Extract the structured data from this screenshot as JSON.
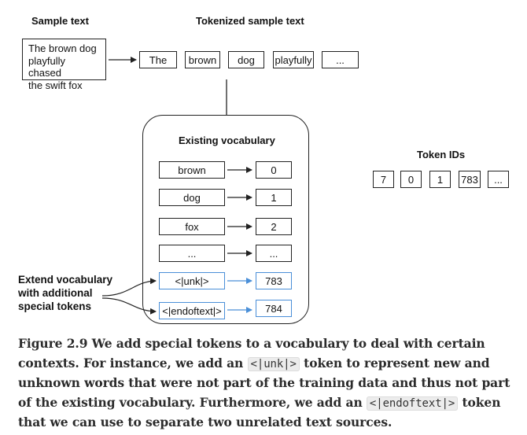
{
  "headers": {
    "sample": "Sample text",
    "tokenized": "Tokenized sample text",
    "vocabulary": "Existing vocabulary",
    "token_ids": "Token IDs"
  },
  "sample_text": [
    "The brown dog",
    "playfully chased",
    "the swift fox"
  ],
  "tokens": [
    "The",
    "brown",
    "dog",
    "playfully",
    "..."
  ],
  "vocabulary": [
    {
      "token": "brown",
      "id": "0",
      "special": false
    },
    {
      "token": "dog",
      "id": "1",
      "special": false
    },
    {
      "token": "fox",
      "id": "2",
      "special": false
    },
    {
      "token": "...",
      "id": "...",
      "special": false
    },
    {
      "token": "<|unk|>",
      "id": "783",
      "special": true
    },
    {
      "token": "<|endoftext|>",
      "id": "784",
      "special": true
    }
  ],
  "token_ids": [
    "7",
    "0",
    "1",
    "783",
    "..."
  ],
  "extend_label": [
    "Extend vocabulary",
    "with additional",
    "special tokens"
  ],
  "caption": {
    "part1": "Figure 2.9 We add special tokens to a vocabulary to deal with certain contexts. For instance, we add an ",
    "code1": "<|unk|>",
    "part2": " token to represent new and unknown words that were not part of the training data and thus not part of the existing vocabulary. Furthermore, we add an ",
    "code2": "<|endoftext|>",
    "part3": " token that we can use to separate two unrelated text sources."
  },
  "colors": {
    "special_border": "#4a8fd8",
    "special_arrow": "#4a8fd8",
    "line": "#222222"
  }
}
